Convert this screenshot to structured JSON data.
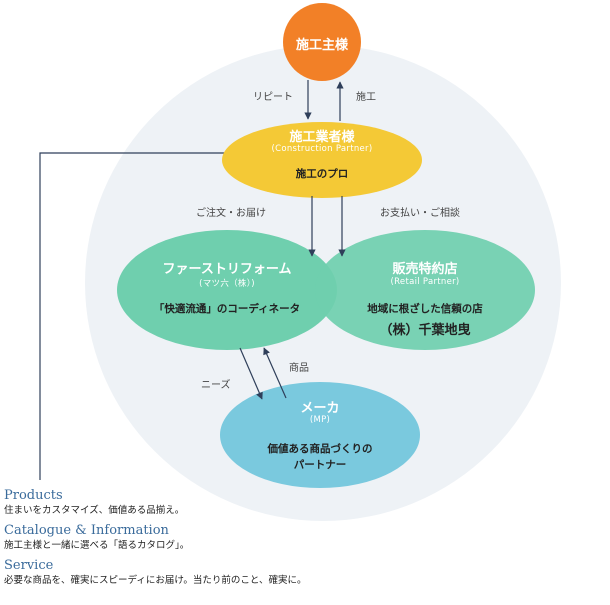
{
  "nodes": {
    "customer": {
      "title": "施工主様",
      "color": "#f28027"
    },
    "contractor": {
      "title": "施工業者様",
      "subtitle": "(Construction Partner)",
      "tagline": "施工のプロ",
      "color": "#f4c936"
    },
    "first_reform": {
      "title": "ファーストリフォーム",
      "subtitle": "(マツ六（株）)",
      "tagline": "「快適流通」のコーディネータ",
      "color": "#6fcfae"
    },
    "retailer": {
      "title": "販売特約店",
      "subtitle": "(Retail Partner)",
      "tagline": "地域に根ざした信頼の店",
      "company": "（株）千葉地曳",
      "color": "#6fcfae"
    },
    "maker": {
      "title": "メーカ",
      "subtitle": "(MP)",
      "tagline_line1": "価値ある商品づくりの",
      "tagline_line2": "パートナー",
      "color": "#7ac9de"
    }
  },
  "arrows": {
    "repeat": "リピート",
    "construction": "施工",
    "order_delivery": "ご注文・お届け",
    "payment_consult": "お支払い・ご相談",
    "needs": "ニーズ",
    "products": "商品"
  },
  "colors": {
    "background_circle": "#eef2f6",
    "arrow": "#2f3f5a",
    "heading": "#3a6b9b"
  },
  "legend": [
    {
      "heading": "Products",
      "description": "住まいをカスタマイズ、価値ある品揃え。"
    },
    {
      "heading": "Catalogue & Information",
      "description": "施工主様と一緒に選べる「語るカタログ」。"
    },
    {
      "heading": "Service",
      "description": "必要な商品を、確実にスピーディにお届け。当たり前のこと、確実に。"
    }
  ]
}
